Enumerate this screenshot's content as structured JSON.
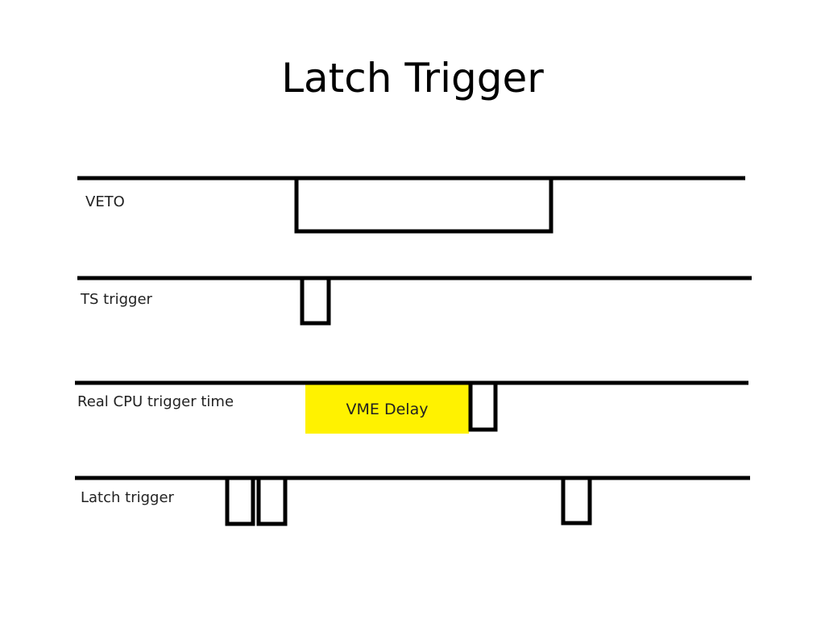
{
  "title": "Latch Trigger",
  "signals": [
    {
      "id": "veto",
      "label": "VETO"
    },
    {
      "id": "ts",
      "label": "TS trigger"
    },
    {
      "id": "cpu",
      "label": "Real CPU trigger time"
    },
    {
      "id": "latch",
      "label": "Latch trigger"
    }
  ],
  "annotations": {
    "vme_delay": "VME Delay"
  },
  "colors": {
    "line": "#000000",
    "vme_delay_fill": "#FFF200",
    "text": "#222222"
  }
}
